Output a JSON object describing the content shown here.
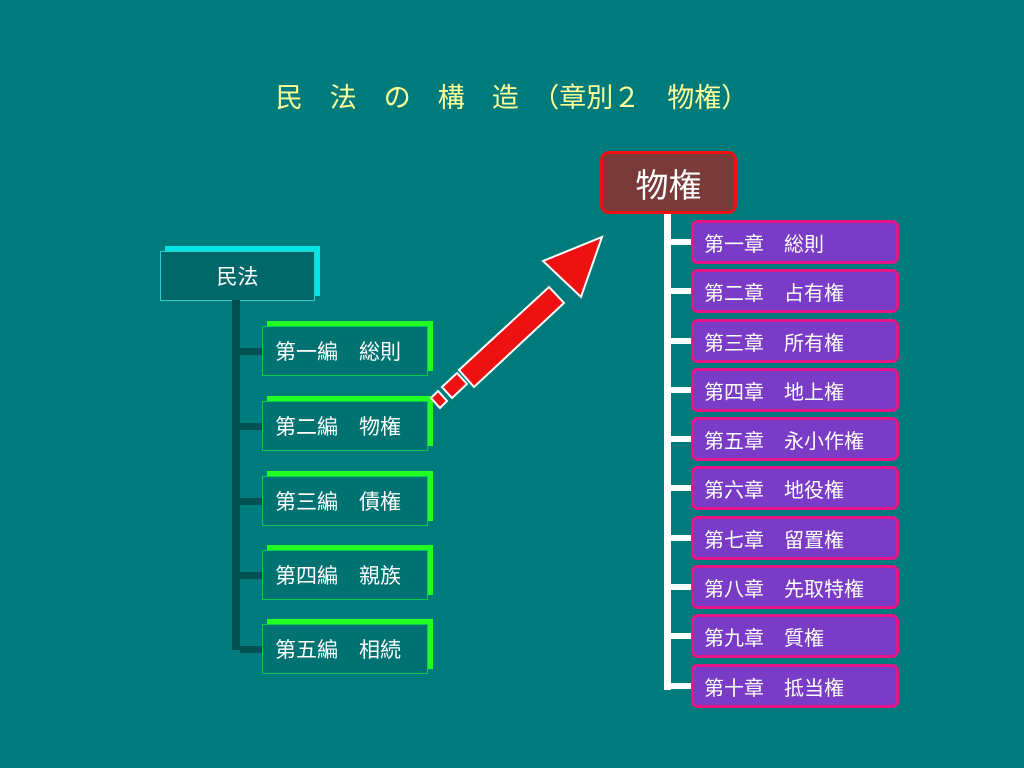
{
  "title": "民　法　の　構　造　（章別２　物権）",
  "root": {
    "label": "民法"
  },
  "volumes": [
    {
      "label": "第一編　総則"
    },
    {
      "label": "第二編　物権"
    },
    {
      "label": "第三編　債権"
    },
    {
      "label": "第四編　親族"
    },
    {
      "label": "第五編　相続"
    }
  ],
  "target": {
    "label": "物権"
  },
  "chapters": [
    {
      "label": "第一章　総則"
    },
    {
      "label": "第二章　占有権"
    },
    {
      "label": "第三章　所有権"
    },
    {
      "label": "第四章　地上権"
    },
    {
      "label": "第五章　永小作権"
    },
    {
      "label": "第六章　地役権"
    },
    {
      "label": "第七章　留置権"
    },
    {
      "label": "第八章　先取特権"
    },
    {
      "label": "第九章　質権"
    },
    {
      "label": "第十章　抵当権"
    }
  ],
  "colors": {
    "background": "#007b7b",
    "title": "#ffff99",
    "volume_accent": "#22ff22",
    "target_border": "#ee1111",
    "chapter_fill": "#7a3cc6",
    "chapter_border": "#e6158a",
    "arrow": "#ee1111"
  }
}
